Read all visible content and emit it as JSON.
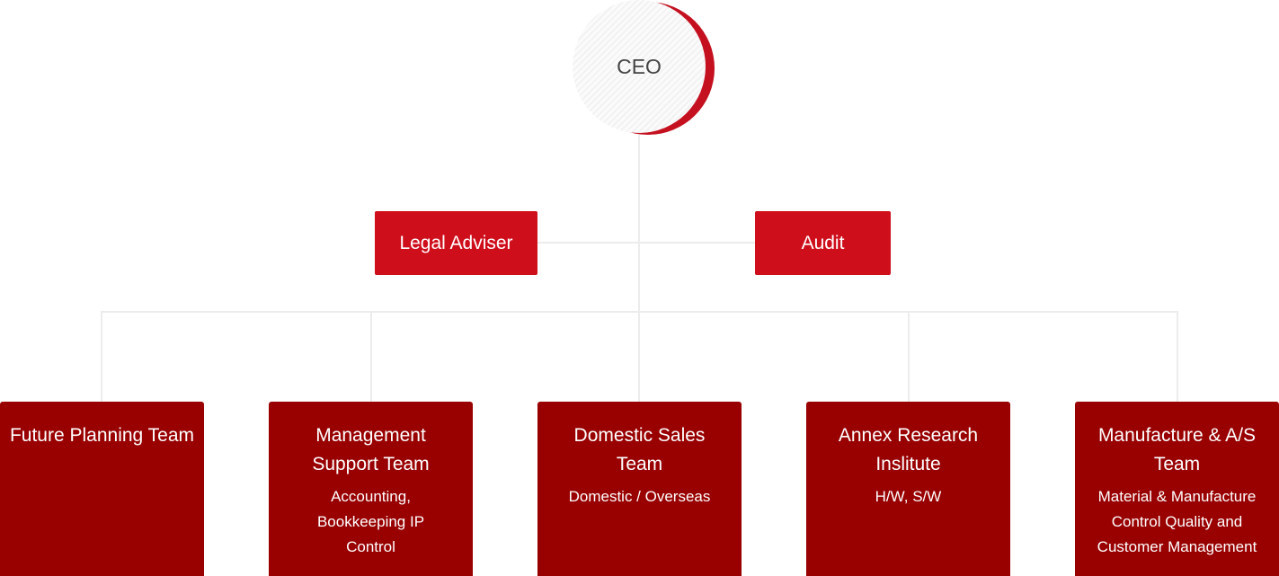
{
  "ceo": {
    "label": "CEO"
  },
  "advisors": {
    "legal": "Legal Adviser",
    "audit": "Audit"
  },
  "colors": {
    "accent_red": "#cf0e1c",
    "team_red": "#990000",
    "connector": "#ececec"
  },
  "teams": [
    {
      "title": "Future Planning Team",
      "desc": ""
    },
    {
      "title": "Management Support Team",
      "desc": "Accounting, Bookkeeping IP Control"
    },
    {
      "title": "Domestic Sales Team",
      "desc": "Domestic / Overseas"
    },
    {
      "title": "Annex Research Inslitute",
      "desc": "H/W, S/W"
    },
    {
      "title": "Manufacture & A/S Team",
      "desc": "Material & Manufacture Control Quality and Customer Management"
    }
  ]
}
